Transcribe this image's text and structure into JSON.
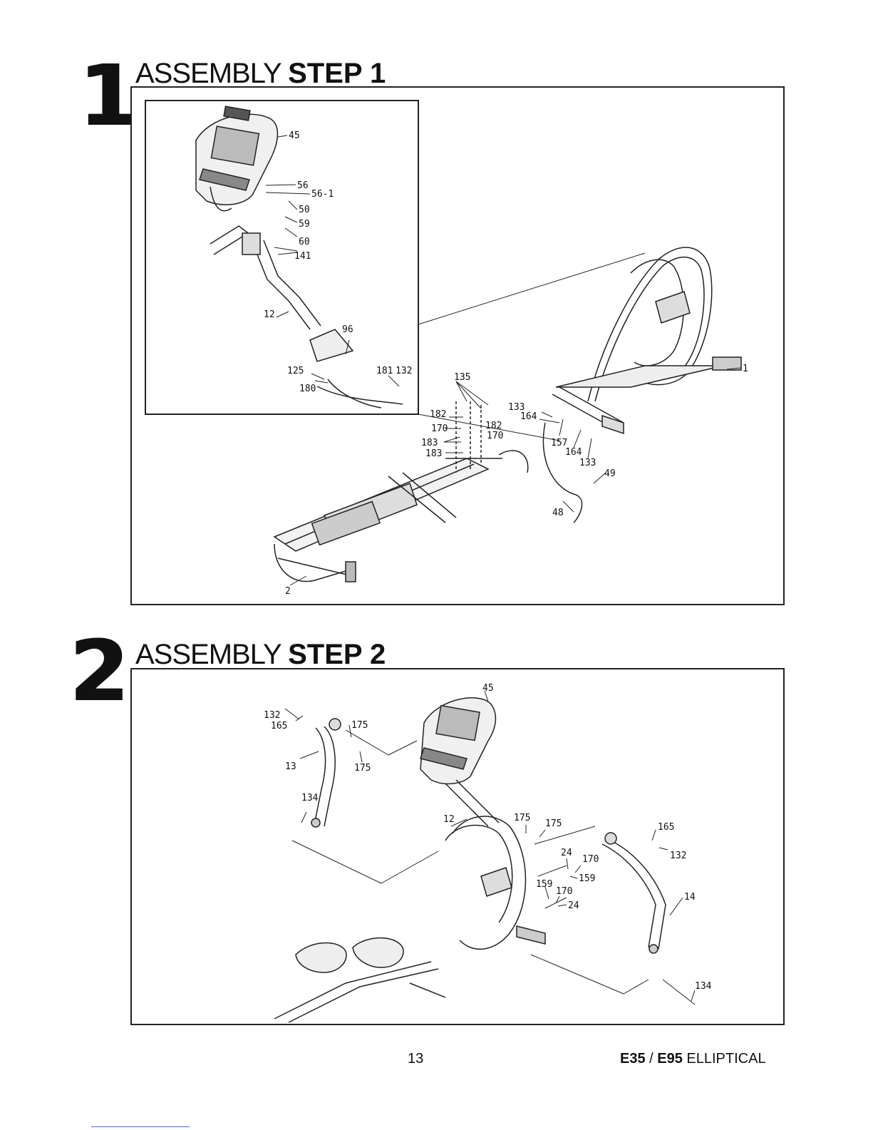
{
  "step1": {
    "number": "1",
    "title_light": "ASSEMBLY",
    "title_bold": "STEP 1",
    "inset_labels": [
      "45",
      "56",
      "56-1",
      "50",
      "59",
      "60",
      "141",
      "12",
      "96",
      "125",
      "181",
      "132",
      "180"
    ],
    "main_labels": [
      "135",
      "182",
      "170",
      "182",
      "170",
      "183",
      "183",
      "133",
      "164",
      "157",
      "164",
      "133",
      "49",
      "48",
      "2",
      "1"
    ]
  },
  "step2": {
    "number": "2",
    "title_light": "ASSEMBLY",
    "title_bold": "STEP 2",
    "labels": [
      "45",
      "132",
      "165",
      "175",
      "175",
      "13",
      "134",
      "12",
      "175",
      "175",
      "165",
      "132",
      "24",
      "170",
      "159",
      "159",
      "170",
      "24",
      "14",
      "134"
    ]
  },
  "footer": {
    "page_number": "13",
    "model_a": "E35",
    "separator": " / ",
    "model_b": "E95",
    "product": " ELLIPTICAL"
  }
}
